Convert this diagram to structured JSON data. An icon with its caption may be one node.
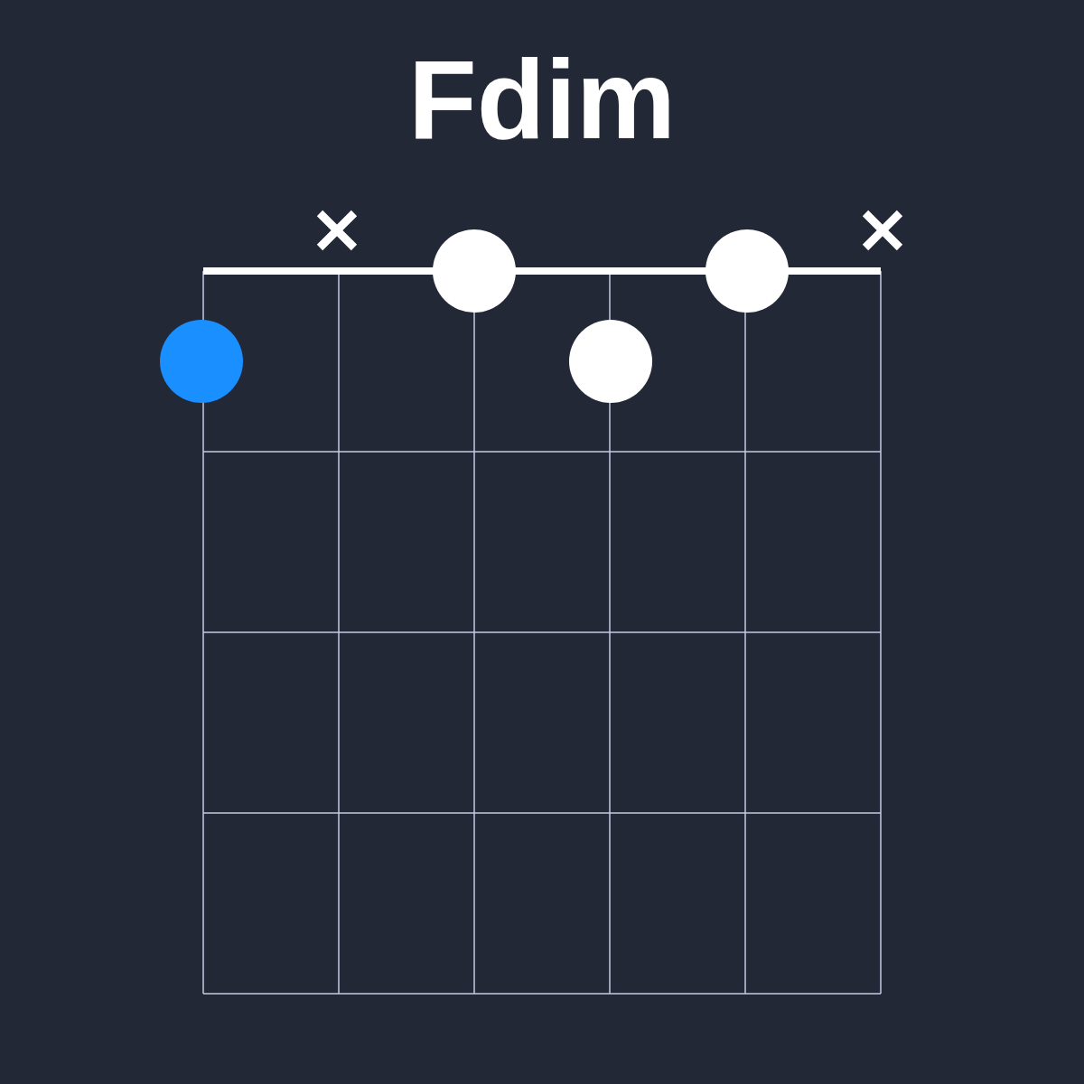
{
  "diagram": {
    "title": "Fdim",
    "nodes": [
      {
        "text": [],
        "shape": "circle"
      },
      {
        "text": [],
        "shape": "circle"
      },
      {
        "text": [],
        "shape": "circle"
      },
      {
        "text": [],
        "shape": "circle"
      }
    ]
  }
}
